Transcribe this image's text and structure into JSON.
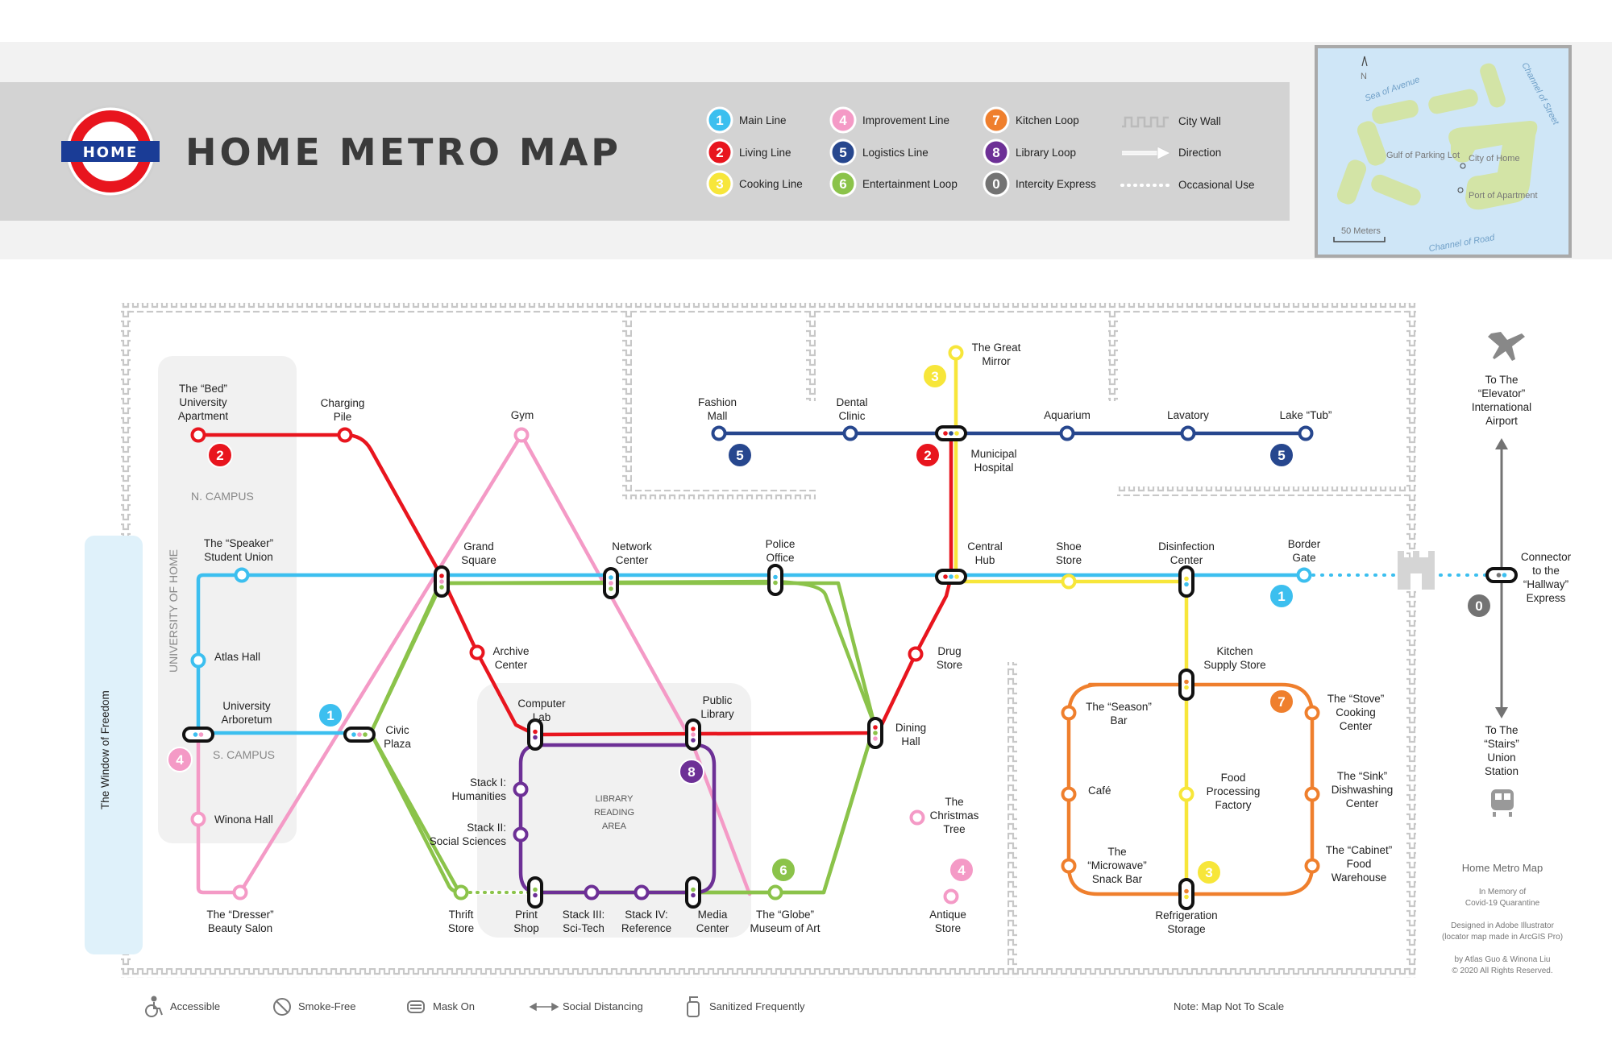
{
  "title": "HOME METRO MAP",
  "roundel_text": "HOME",
  "legend": {
    "lines": [
      {
        "num": "1",
        "label": "Main Line",
        "color": "#3cbfef"
      },
      {
        "num": "2",
        "label": "Living Line",
        "color": "#e8151e"
      },
      {
        "num": "3",
        "label": "Cooking Line",
        "color": "#f7e63a"
      },
      {
        "num": "4",
        "label": "Improvement Line",
        "color": "#f49ac6"
      },
      {
        "num": "5",
        "label": "Logistics Line",
        "color": "#27478e"
      },
      {
        "num": "6",
        "label": "Entertainment Loop",
        "color": "#8bc34a"
      },
      {
        "num": "7",
        "label": "Kitchen Loop",
        "color": "#ef7f2d"
      },
      {
        "num": "8",
        "label": "Library Loop",
        "color": "#6d3096"
      },
      {
        "num": "0",
        "label": "Intercity Express",
        "color": "#737373"
      }
    ],
    "symbols": {
      "city_wall": "City Wall",
      "direction": "Direction",
      "occasional": "Occasional Use"
    }
  },
  "locator": {
    "sea_of_avenue": "Sea of Avenue",
    "channel_of_street": "Channel of Street",
    "gulf": "Gulf of Parking Lot",
    "city_of_home": "City of Home",
    "port": "Port of Apartment",
    "channel_of_road": "Channel of Road",
    "scale": "50 Meters",
    "north": "N"
  },
  "areas": {
    "n_campus": "N. CAMPUS",
    "s_campus": "S. CAMPUS",
    "university": "UNIVERSITY OF HOME",
    "window": "The Window of Freedom",
    "library_area": "LIBRARY READING AREA"
  },
  "stations": {
    "bed": "The “Bed” University Apartment",
    "charging": "Charging Pile",
    "gym": "Gym",
    "speaker": "The “Speaker” Student Union",
    "grand_square": "Grand Square",
    "network_center": "Network Center",
    "police_office": "Police Office",
    "central_hub": "Central Hub",
    "shoe_store": "Shoe Store",
    "disinfection": "Disinfection Center",
    "border_gate": "Border Gate",
    "connector": "Connector to the “Hallway” Express",
    "great_mirror": "The Great Mirror",
    "fashion_mall": "Fashion Mall",
    "dental_clinic": "Dental Clinic",
    "municipal_hospital": "Municipal Hospital",
    "aquarium": "Aquarium",
    "lavatory": "Lavatory",
    "lake_tub": "Lake “Tub”",
    "atlas_hall": "Atlas Hall",
    "arboretum": "University Arboretum",
    "civic_plaza": "Civic Plaza",
    "winona_hall": "Winona Hall",
    "dresser": "The “Dresser” Beauty Salon",
    "archive_center": "Archive Center",
    "computer_lab": "Computer Lab",
    "public_library": "Public Library",
    "drug_store": "Drug Store",
    "dining_hall": "Dining Hall",
    "kitchen_supply": "Kitchen Supply Store",
    "season_bar": "The “Season” Bar",
    "stove": "The “Stove” Cooking Center",
    "cafe": "Café",
    "food_processing": "Food Processing Factory",
    "sink": "The “Sink” Dishwashing Center",
    "microwave": "The “Microwave” Snack Bar",
    "cabinet": "The “Cabinet” Food Warehouse",
    "refrigeration": "Refrigeration Storage",
    "stack1": "Stack I: Humanities",
    "stack2": "Stack II: Social Sciences",
    "stack3": "Stack III: Sci-Tech",
    "stack4": "Stack IV: Reference",
    "thrift_store": "Thrift Store",
    "print_shop": "Print Shop",
    "media_center": "Media Center",
    "globe": "The “Globe” Museum of Art",
    "christmas_tree": "The Christmas Tree",
    "antique_store": "Antique Store"
  },
  "airport": "To The “Elevator” International Airport",
  "union_station": "To The “Stairs” Union Station",
  "credits": {
    "heading": "Home Metro Map",
    "memory": "In Memory of Covid-19 Quarantine",
    "designed": "Designed in Adobe Illustrator (locator map made in ArcGIS Pro)",
    "by": "by Atlas Guo & Winona Liu © 2020 All Rights Reserved."
  },
  "footer": {
    "accessible": "Accessible",
    "smoke_free": "Smoke-Free",
    "mask_on": "Mask On",
    "social_distancing": "Social Distancing",
    "sanitized": "Sanitized Frequently",
    "note": "Note: Map Not To Scale"
  }
}
